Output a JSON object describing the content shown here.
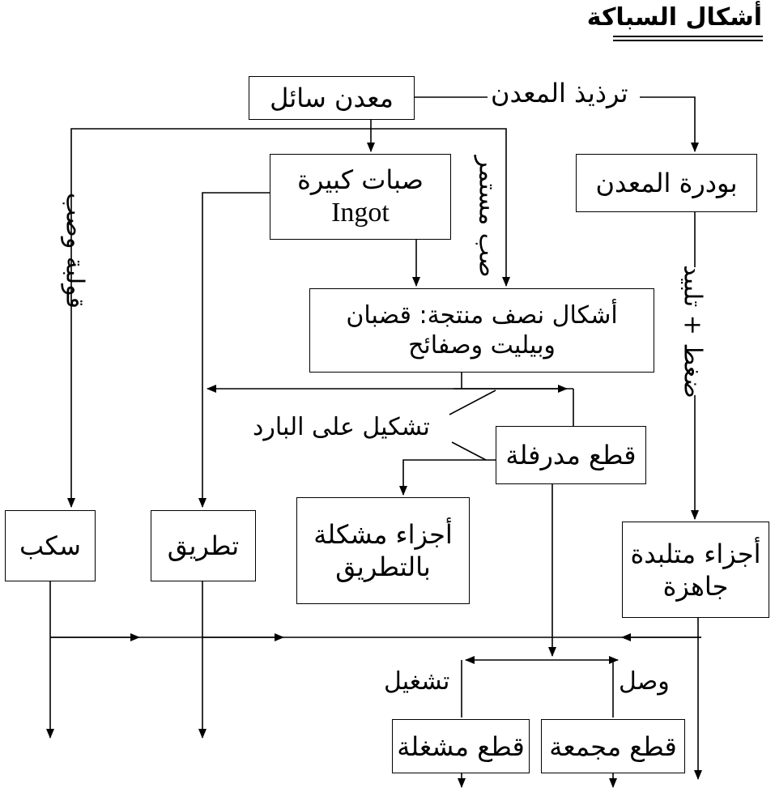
{
  "title": "أشكال السباكة",
  "nodes": {
    "molten_metal": "معدن سائل",
    "atomization": "ترذيذ المعدن",
    "large_ingots_ar": "صبات كبيرة",
    "large_ingots_en": "Ingot",
    "metal_powder": "بودرة المعدن",
    "semi_products_line1": "أشكال نصف منتجة: قضبان",
    "semi_products_line2": "وبيليت وصفائح",
    "casting": "سكب",
    "forging": "تطريق",
    "forged_parts_line1": "أجزاء مشكلة",
    "forged_parts_line2": "بالتطريق",
    "sintered_parts_line1": "أجزاء متلبدة",
    "sintered_parts_line2": "جاهزة",
    "rolled_parts": "قطع مدرفلة",
    "assembled_parts": "قطع مجمعة",
    "machined_parts": "قطع مشغلة"
  },
  "edge_labels": {
    "mold_casting": "قولبة وصب",
    "continuous_casting": "صب مستمر",
    "press_sinter": "ضغط + تلبيد",
    "cold_forming": "تشكيل على البارد",
    "machining": "تشغيل",
    "joining": "وصل"
  }
}
